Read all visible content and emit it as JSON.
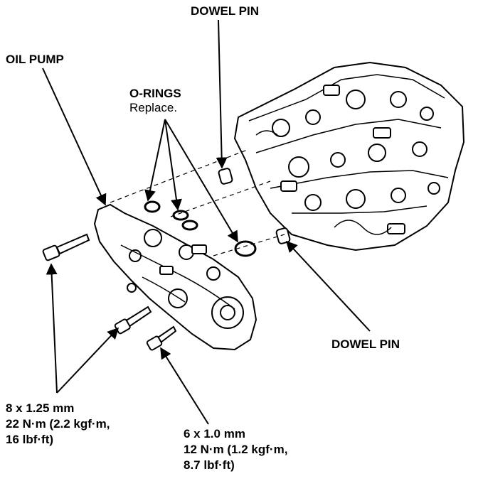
{
  "labels": {
    "dowel_pin_top": "DOWEL PIN",
    "oil_pump": "OIL PUMP",
    "o_rings": "O-RINGS",
    "o_rings_note": "Replace.",
    "dowel_pin_bottom": "DOWEL PIN",
    "bolt_8_size": "8 x 1.25 mm",
    "bolt_8_torque_1": "22 N·m (2.2 kgf·m,",
    "bolt_8_torque_2": "16 lbf·ft)",
    "bolt_6_size": "6 x 1.0 mm",
    "bolt_6_torque_1": "12 N·m (1.2 kgf·m,",
    "bolt_6_torque_2": "8.7 lbf·ft)"
  }
}
